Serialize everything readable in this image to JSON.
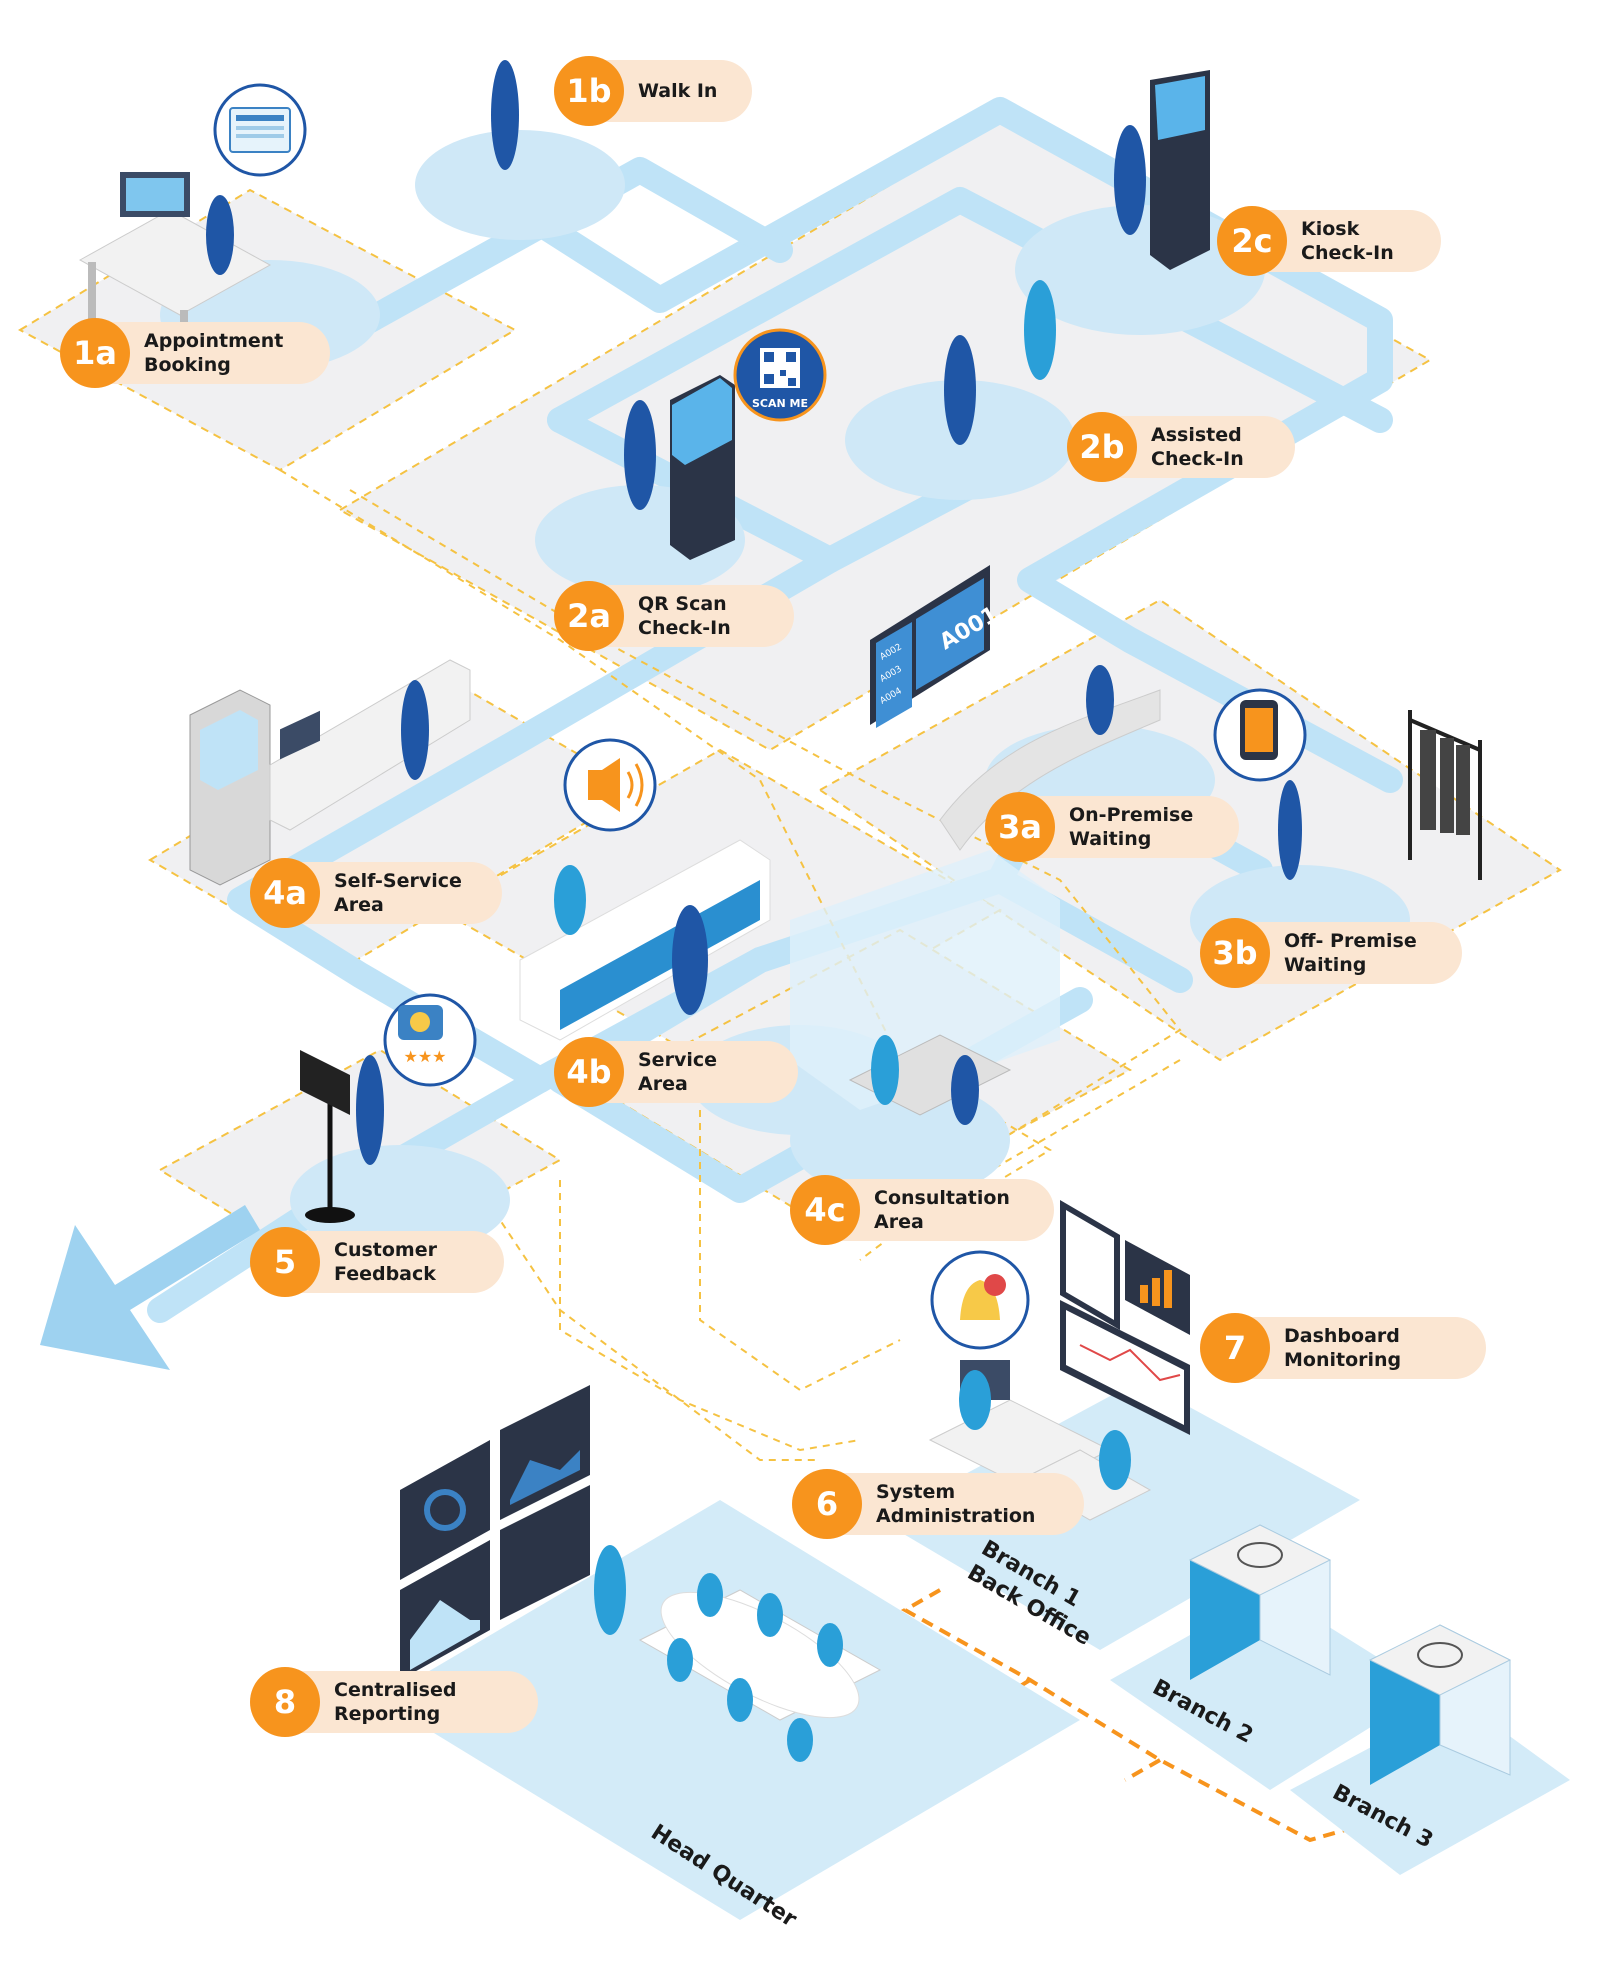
{
  "steps": [
    {
      "id": "1a",
      "label": [
        "Appointment",
        "Booking"
      ]
    },
    {
      "id": "1b",
      "label": [
        "Walk In"
      ]
    },
    {
      "id": "2a",
      "label": [
        "QR Scan",
        "Check-In"
      ]
    },
    {
      "id": "2b",
      "label": [
        "Assisted",
        "Check-In"
      ]
    },
    {
      "id": "2c",
      "label": [
        "Kiosk",
        "Check-In"
      ]
    },
    {
      "id": "3a",
      "label": [
        "On-Premise",
        "Waiting"
      ]
    },
    {
      "id": "3b",
      "label": [
        "Off- Premise",
        "Waiting"
      ]
    },
    {
      "id": "4a",
      "label": [
        "Self-Service",
        "Area"
      ]
    },
    {
      "id": "4b",
      "label": [
        "Service",
        "Area"
      ]
    },
    {
      "id": "4c",
      "label": [
        "Consultation",
        "Area"
      ]
    },
    {
      "id": "5",
      "label": [
        "Customer",
        "Feedback"
      ]
    },
    {
      "id": "6",
      "label": [
        "System",
        "Administration"
      ]
    },
    {
      "id": "7",
      "label": [
        "Dashboard",
        "Monitoring"
      ]
    },
    {
      "id": "8",
      "label": [
        "Centralised",
        "Reporting"
      ]
    }
  ],
  "areas": {
    "branch1": [
      "Branch 1",
      "Back Office"
    ],
    "branch2": "Branch 2",
    "branch3": "Branch 3",
    "hq": "Head Quarter"
  },
  "qr_badge": "SCAN ME",
  "queue_board": {
    "current": "A001",
    "queue": [
      "A002",
      "A003",
      "A004"
    ]
  },
  "colors": {
    "accent": "#f7941d",
    "pill": "#fbe6d2",
    "path": "#bfe3f7",
    "zone": "#f0f0f2",
    "dash": "#f5c242",
    "staff": "#2a9fd8",
    "customer": "#1f56a6"
  }
}
